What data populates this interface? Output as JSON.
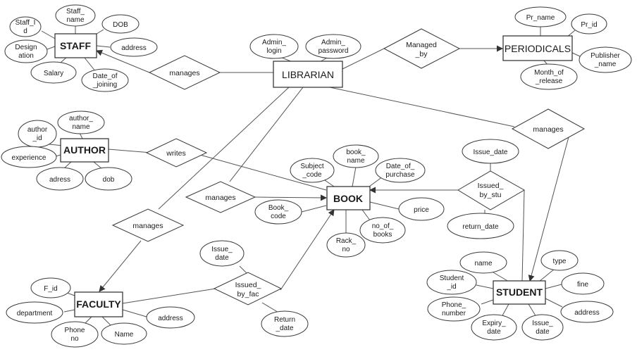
{
  "entities": {
    "staff": "STAFF",
    "librarian": "LIBRARIAN",
    "periodicals": "PERIODICALS",
    "author": "AUTHOR",
    "book": "BOOK",
    "faculty": "FACULTY",
    "student": "STUDENT"
  },
  "relationships": {
    "librarian_manages_staff": "manages",
    "managed_by": [
      "Managed",
      "_by"
    ],
    "librarian_manages_student": "manages",
    "writes": "writes",
    "librarian_manages_book": "manages",
    "librarian_manages_faculty": "manages",
    "issued_by_stu": [
      "Issued_",
      "by_stu"
    ],
    "issued_by_fac": [
      "Issued_",
      "by_fac"
    ]
  },
  "attributes": {
    "staff": {
      "staff_id": [
        "Staff_I",
        "d"
      ],
      "staff_name": [
        "Staff_",
        "name"
      ],
      "dob": "DOB",
      "designation": [
        "Design",
        "ation"
      ],
      "address": "address",
      "salary": "Salary",
      "date_of_joining": [
        "Date_of",
        "_joining"
      ]
    },
    "librarian": {
      "admin_login": [
        "Admin_",
        "login"
      ],
      "admin_password": [
        "Admin_",
        "password"
      ]
    },
    "periodicals": {
      "pr_name": "Pr_name",
      "pr_id": "Pr_id",
      "publisher_name": [
        "Publisher",
        "_name"
      ],
      "month_of_release": [
        "Month_of",
        "_release"
      ]
    },
    "author": {
      "author_id": [
        "author",
        "_id"
      ],
      "author_name": [
        "author_",
        "name"
      ],
      "experience": "experience",
      "adress": "adress",
      "dob": "dob"
    },
    "book": {
      "subject_code": [
        "Subject",
        "_code"
      ],
      "book_name": [
        "book_",
        "name"
      ],
      "date_of_purchase": [
        "Date_of_",
        "purchase"
      ],
      "price": "price",
      "book_code": [
        "Book_",
        "code"
      ],
      "rack_no": [
        "Rack_",
        "no"
      ],
      "no_of_books": [
        "no_of_",
        "books"
      ]
    },
    "issued_by_stu": {
      "issue_date": "Issue_date",
      "return_date": "return_date"
    },
    "issued_by_fac": {
      "issue_date": [
        "Issue_",
        "date"
      ],
      "return_date": [
        "Return",
        "_date"
      ]
    },
    "faculty": {
      "f_id": "F_id",
      "department": "department",
      "address": "address",
      "phone_no": [
        "Phone",
        "no"
      ],
      "name": "Name"
    },
    "student": {
      "name": "name",
      "type": "type",
      "student_id": [
        "Student",
        "_id"
      ],
      "fine": "fine",
      "phone_number": [
        "Phone_",
        "number"
      ],
      "address": "address",
      "expiry_date": [
        "Expiry_",
        "date"
      ],
      "issue_date": [
        "Issue_",
        "date"
      ]
    }
  }
}
